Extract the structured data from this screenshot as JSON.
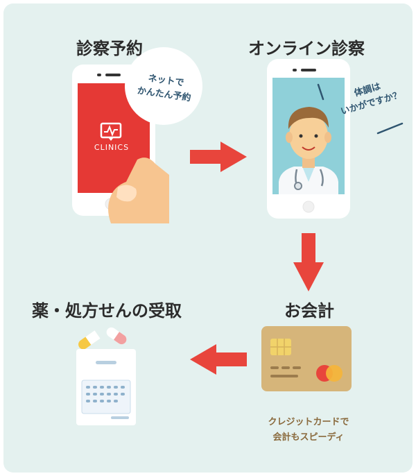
{
  "steps": {
    "booking": {
      "title": "診察予約",
      "bubble_line1": "ネットで",
      "bubble_line2": "かんたん予約",
      "app_name": "CLINICS"
    },
    "online_consult": {
      "title": "オンライン診察",
      "bubble_line1": "体調は",
      "bubble_line2": "いかがですか？"
    },
    "payment": {
      "title": "お会計",
      "note_line1": "クレジットカードで",
      "note_line2": "会計もスピーディ"
    },
    "pickup": {
      "title": "薬・処方せんの受取"
    }
  },
  "colors": {
    "background": "#e4f1ef",
    "arrow": "#e8453c",
    "phone_screen_red": "#e53935",
    "card": "#d6b57a"
  }
}
